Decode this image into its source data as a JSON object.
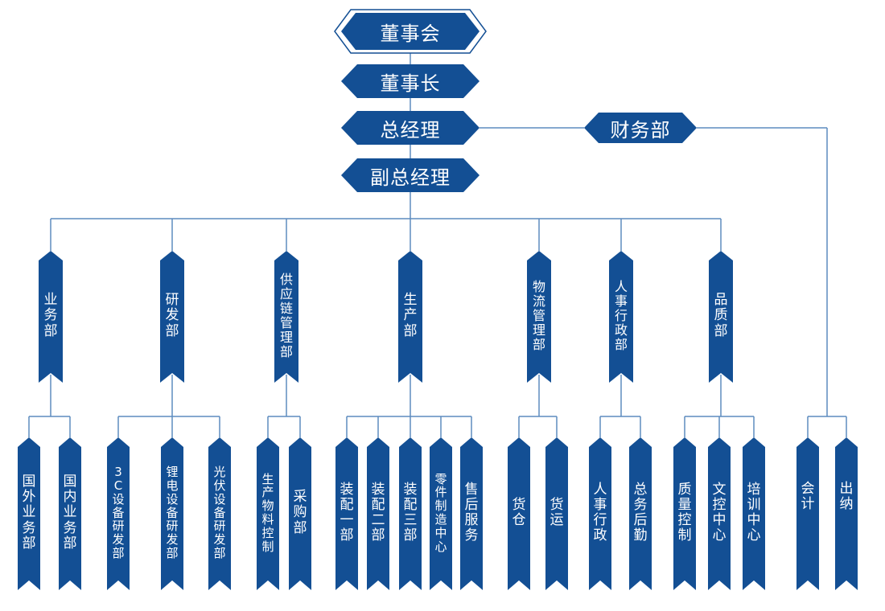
{
  "colors": {
    "node_fill": "#134f94",
    "line": "#5d8cbf",
    "text": "#ffffff"
  },
  "top": {
    "board": "董事会",
    "chairman": "董事长",
    "gm": "总经理",
    "vgm": "副总经理",
    "finance": "财务部"
  },
  "departments": [
    {
      "id": "sales",
      "label": "业务部",
      "children": [
        "国外业务部",
        "国内业务部"
      ]
    },
    {
      "id": "rd",
      "label": "研发部",
      "children": [
        "3C设备研发部",
        "锂电设备研发部",
        "光伏设备研发部"
      ]
    },
    {
      "id": "supply",
      "label": "供应链管理部",
      "children": [
        "生产物料控制",
        "采购部"
      ]
    },
    {
      "id": "prod",
      "label": "生产部",
      "children": [
        "装配一部",
        "装配二部",
        "装配三部",
        "零件制造中心",
        "售后服务"
      ]
    },
    {
      "id": "logi",
      "label": "物流管理部",
      "children": [
        "货仓",
        "货运"
      ]
    },
    {
      "id": "hr",
      "label": "人事行政部",
      "children": [
        "人事行政",
        "总务后勤"
      ]
    },
    {
      "id": "quality",
      "label": "品质部",
      "children": [
        "质量控制",
        "文控中心",
        "培训中心"
      ]
    }
  ],
  "finance_children": [
    "会计",
    "出纳"
  ]
}
